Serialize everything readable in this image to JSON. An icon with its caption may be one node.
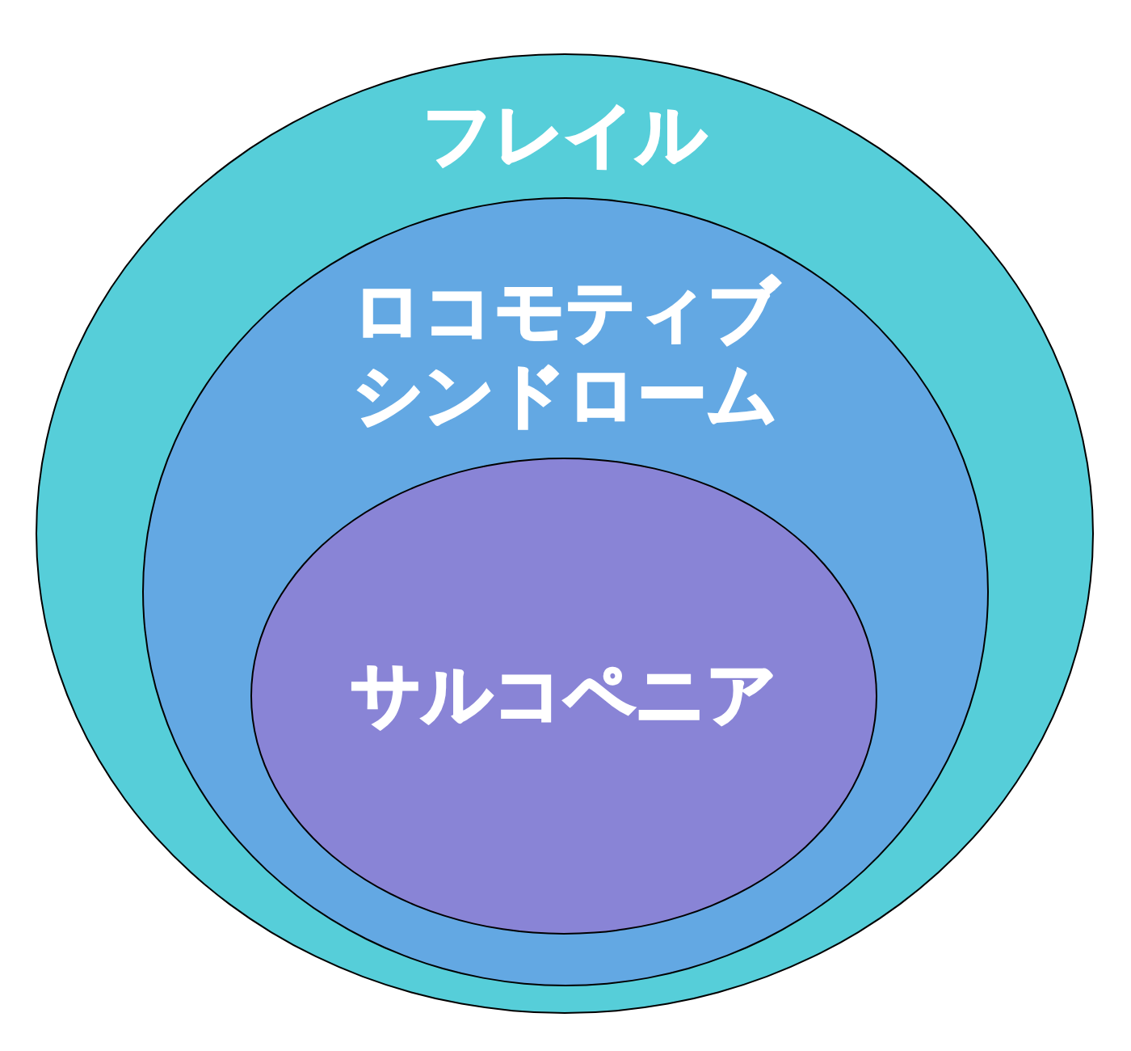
{
  "diagram": {
    "nodes": [
      {
        "text": [
          "フレイル"
        ]
      },
      {
        "text": [
          "ロコモティブシンドローム"
        ],
        "in": 0
      },
      {
        "text": [
          "サルコペニア"
        ],
        "in": 1
      }
    ]
  }
}
